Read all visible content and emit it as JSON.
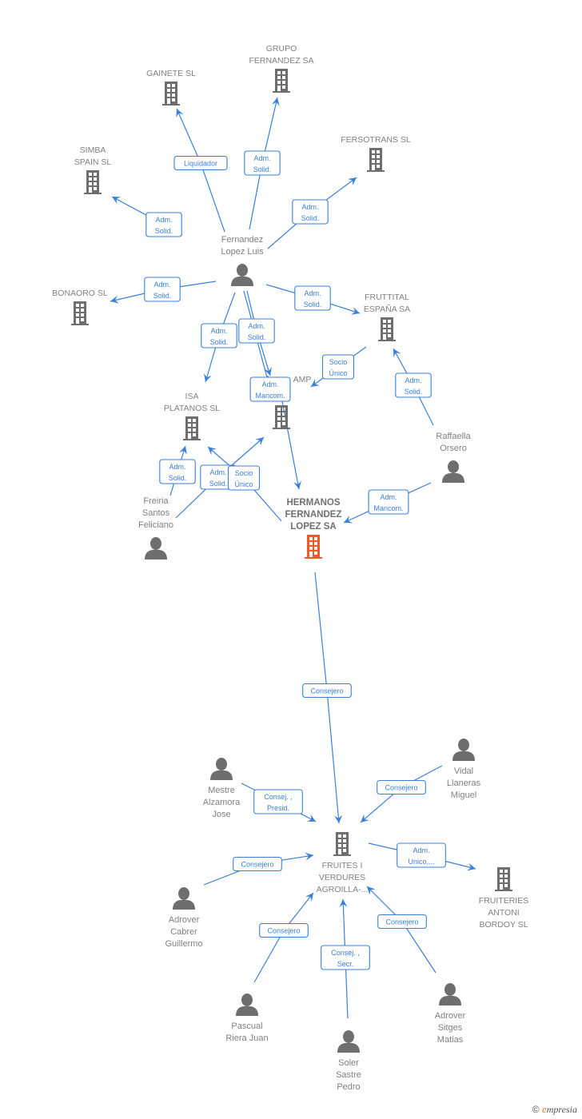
{
  "graph": {
    "colors": {
      "edge": "#3a7fd8",
      "icon": "#6e6e6e",
      "focus_icon": "#f05a28",
      "label_text": "#808080"
    },
    "nodes": [
      {
        "id": "gainete",
        "type": "company",
        "label": [
          "GAINETE SL"
        ]
      },
      {
        "id": "grupo",
        "type": "company",
        "label": [
          "GRUPO",
          "FERNANDEZ SA"
        ]
      },
      {
        "id": "simba",
        "type": "company",
        "label": [
          "SIMBA",
          "SPAIN  SL"
        ]
      },
      {
        "id": "fersotrans",
        "type": "company",
        "label": [
          "FERSOTRANS SL"
        ]
      },
      {
        "id": "fernandez",
        "type": "person",
        "label": [
          "Fernandez",
          "Lopez Luis"
        ]
      },
      {
        "id": "bonaoro",
        "type": "company",
        "label": [
          "BONAORO SL"
        ]
      },
      {
        "id": "fruttital",
        "type": "company",
        "label": [
          "FRUTTITAL",
          "ESPAÑA SA"
        ]
      },
      {
        "id": "isa",
        "type": "company",
        "label": [
          "ISA",
          "PLATANOS SL"
        ]
      },
      {
        "id": "amp",
        "type": "company",
        "label": [
          "AMP"
        ]
      },
      {
        "id": "raffaella",
        "type": "person",
        "label": [
          "Raffaella",
          "Orsero"
        ]
      },
      {
        "id": "freiria",
        "type": "person",
        "label": [
          "Freiria",
          "Santos",
          "Feliciano"
        ]
      },
      {
        "id": "hermanos",
        "type": "company",
        "focus": true,
        "label": [
          "HERMANOS",
          "FERNANDEZ",
          "LOPEZ SA"
        ]
      },
      {
        "id": "mestre",
        "type": "person",
        "label": [
          "Mestre",
          "Alzamora",
          "Jose"
        ]
      },
      {
        "id": "vidal",
        "type": "person",
        "label": [
          "Vidal",
          "Llaneras",
          "Miguel"
        ]
      },
      {
        "id": "fruites",
        "type": "company",
        "label": [
          "FRUITES I",
          "VERDURES",
          "AGROILLA-..."
        ]
      },
      {
        "id": "fruiteries",
        "type": "company",
        "label": [
          "FRUITERIES",
          "ANTONI",
          "BORDOY SL"
        ]
      },
      {
        "id": "adrover_c",
        "type": "person",
        "label": [
          "Adrover",
          "Cabrer",
          "Guillermo"
        ]
      },
      {
        "id": "pascual",
        "type": "person",
        "label": [
          "Pascual",
          "Riera Juan"
        ]
      },
      {
        "id": "soler",
        "type": "person",
        "label": [
          "Soler",
          "Sastre",
          "Pedro"
        ]
      },
      {
        "id": "adrover_s",
        "type": "person",
        "label": [
          "Adrover",
          "Sitges",
          "Matias"
        ]
      }
    ],
    "edges": [
      {
        "from": "fernandez",
        "to": "gainete",
        "label": [
          "Liquidador"
        ]
      },
      {
        "from": "fernandez",
        "to": "grupo",
        "label": [
          "Adm.",
          "Solid."
        ]
      },
      {
        "from": "fernandez",
        "to": "simba",
        "label": [
          "Adm.",
          "Solid."
        ]
      },
      {
        "from": "fernandez",
        "to": "fersotrans",
        "label": [
          "Adm.",
          "Solid."
        ]
      },
      {
        "from": "fernandez",
        "to": "bonaoro",
        "label": [
          "Adm.",
          "Solid."
        ]
      },
      {
        "from": "fernandez",
        "to": "fruttital",
        "label": [
          "Adm.",
          "Solid."
        ]
      },
      {
        "from": "fernandez",
        "to": "isa",
        "label": [
          "Adm.",
          "Solid."
        ]
      },
      {
        "from": "fernandez",
        "to": "amp",
        "label": [
          "Adm.",
          "Solid."
        ]
      },
      {
        "from": "fernandez",
        "to": "amp",
        "label": [
          "Adm.",
          "Mancom."
        ]
      },
      {
        "from": "fruttital",
        "to": "amp",
        "label": [
          "Socio",
          "Único"
        ]
      },
      {
        "from": "raffaella",
        "to": "fruttital",
        "label": [
          "Adm.",
          "Solid."
        ]
      },
      {
        "from": "raffaella",
        "to": "hermanos",
        "label": [
          "Adm.",
          "Mancom."
        ]
      },
      {
        "from": "amp",
        "to": "hermanos",
        "label": []
      },
      {
        "from": "freiria",
        "to": "isa",
        "label": [
          "Adm.",
          "Solid."
        ]
      },
      {
        "from": "freiria",
        "to": "amp",
        "label": [
          "Adm.",
          "Solid."
        ]
      },
      {
        "from": "hermanos",
        "to": "isa",
        "label": [
          "Socio",
          "Único"
        ]
      },
      {
        "from": "hermanos",
        "to": "fruites",
        "label": [
          "Consejero"
        ]
      },
      {
        "from": "mestre",
        "to": "fruites",
        "label": [
          "Consej. ,",
          "Presid."
        ]
      },
      {
        "from": "vidal",
        "to": "fruites",
        "label": [
          "Consejero"
        ]
      },
      {
        "from": "fruites",
        "to": "fruiteries",
        "label": [
          "Adm.",
          "Unico,..."
        ]
      },
      {
        "from": "adrover_c",
        "to": "fruites",
        "label": [
          "Consejero"
        ]
      },
      {
        "from": "pascual",
        "to": "fruites",
        "label": [
          "Consejero"
        ]
      },
      {
        "from": "soler",
        "to": "fruites",
        "label": [
          "Consej. ,",
          "Secr."
        ]
      },
      {
        "from": "adrover_s",
        "to": "fruites",
        "label": [
          "Consejero"
        ]
      }
    ]
  },
  "footer": {
    "copyright_symbol": "©",
    "brand_first_letter": "e",
    "brand_rest": "mpresia"
  }
}
